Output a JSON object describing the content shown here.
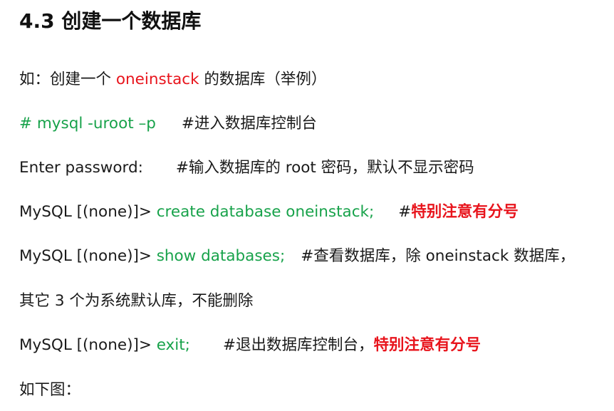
{
  "heading": "4.3 创建一个数据库",
  "colors": {
    "text": "#1a1a1a",
    "red": "#e8141c",
    "green": "#17a24a"
  },
  "lines": {
    "l1": {
      "prefix": "如：创建一个 ",
      "db_name": "oneinstack",
      "suffix": " 的数据库（举例）"
    },
    "l2": {
      "command": "# mysql -uroot  –p",
      "comment": "#进入数据库控制台"
    },
    "l3": {
      "prompt": "Enter password:",
      "comment": "#输入数据库的 root 密码，默认不显示密码"
    },
    "l4": {
      "prompt": "MySQL [(none)]> ",
      "command": "create database oneinstack;",
      "comment_hash": "#",
      "comment": "特别注意有分号"
    },
    "l5": {
      "prompt": "MySQL  [(none)]>  ",
      "command": "show  databases;",
      "comment": "#查看数据库，除 oneinstack 数据库，"
    },
    "l6": {
      "text": "其它 3 个为系统默认库，不能删除"
    },
    "l7": {
      "prompt": "MySQL [(none)]> ",
      "command": "exit;",
      "comment": "#退出数据库控制台，",
      "emphasis": "特别注意有分号"
    },
    "l8": {
      "text": "如下图："
    }
  }
}
